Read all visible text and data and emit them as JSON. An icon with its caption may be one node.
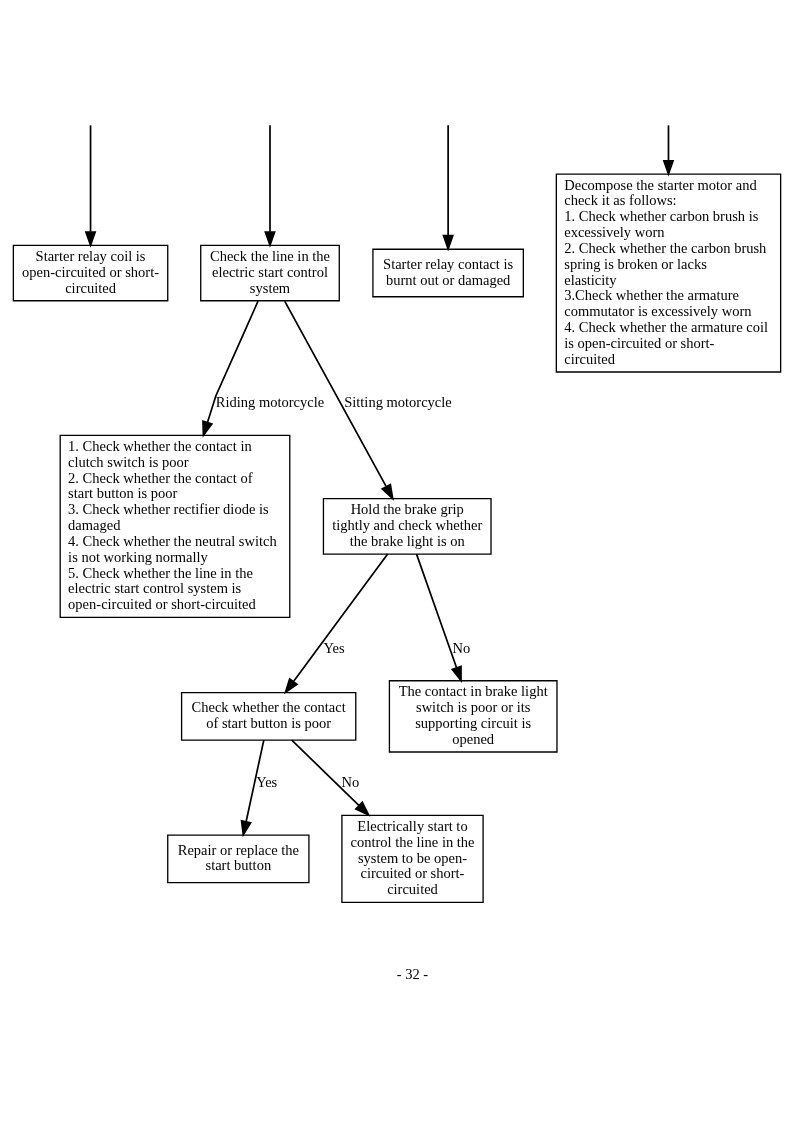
{
  "diagram": {
    "nodes": [
      {
        "text": [
          "Starter relay coil is open-circuited or short-circuited"
        ]
      },
      {
        "text": [
          "Check the line in the electric start control system"
        ]
      },
      {
        "text": [
          "Starter relay contact is burnt out or damaged"
        ]
      },
      {
        "text": [
          "Decompose the starter motor and check it as follows:",
          "1. Check whether carbon brush is excessively worn",
          "2. Check whether the carbon brush spring is broken or lacks elasticity",
          "3.Check whether the armature commutator is excessively worn",
          "4. Check whether the armature coil is open-circuited or short-circuited"
        ]
      },
      {
        "text": [
          "1. Check whether the contact in clutch switch is poor",
          "2. Check whether the contact of start button is poor",
          "3. Check whether rectifier diode is damaged",
          "4. Check whether the neutral switch is not working normally",
          "5. Check whether the line in the electric start control system is open-circuited or short-circuited"
        ]
      },
      {
        "text": [
          "Hold the brake grip tightly and check whether the brake light is on"
        ]
      },
      {
        "text": [
          "Check whether the contact of start button is poor"
        ]
      },
      {
        "text": [
          "The contact in brake light switch is poor or its supporting circuit is opened"
        ]
      },
      {
        "text": [
          "Repair or replace the start button"
        ]
      },
      {
        "text": [
          "Electrically start to control the line in the system to be open-circuited or short-circuited"
        ]
      }
    ],
    "edges": [
      {
        "from": null,
        "to": 0,
        "arrow": "to"
      },
      {
        "from": null,
        "to": 1,
        "arrow": "to"
      },
      {
        "from": null,
        "to": 2,
        "arrow": "to"
      },
      {
        "from": null,
        "to": 3,
        "arrow": "to"
      },
      {
        "from": 1,
        "to": 4,
        "arrow": "to",
        "label": "Riding motorcycle"
      },
      {
        "from": 1,
        "to": 5,
        "arrow": "to",
        "label": "Sitting motorcycle"
      },
      {
        "from": 5,
        "to": 6,
        "arrow": "to",
        "label": "Yes"
      },
      {
        "from": 5,
        "to": 7,
        "arrow": "to",
        "label": "No"
      },
      {
        "from": 6,
        "to": 8,
        "arrow": "to",
        "label": "Yes"
      },
      {
        "from": 6,
        "to": 9,
        "arrow": "to",
        "label": "No"
      }
    ],
    "labels": [
      "- 32 -"
    ]
  }
}
